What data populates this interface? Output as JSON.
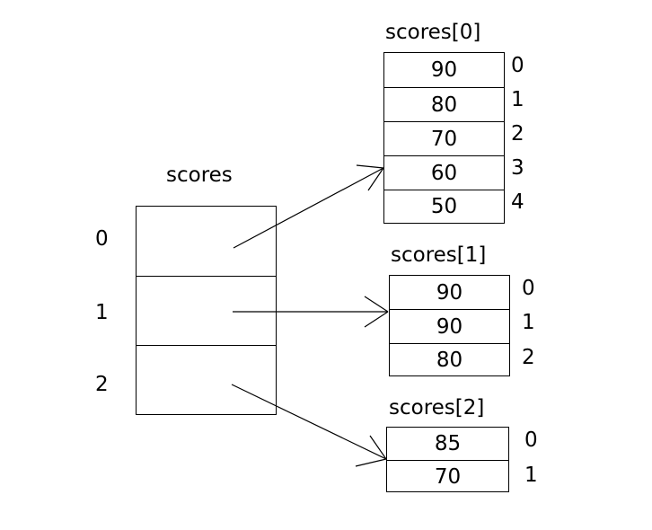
{
  "diagram": {
    "background_color": "#ffffff",
    "line_color": "#000000",
    "text_color": "#000000",
    "outer_array": {
      "title": "scores",
      "cells": [
        {
          "index_label": "0",
          "value": ""
        },
        {
          "index_label": "1",
          "value": ""
        },
        {
          "index_label": "2",
          "value": ""
        }
      ]
    },
    "inner_arrays": [
      {
        "title": "scores[0]",
        "cells": [
          {
            "index_label": "0",
            "value": "90"
          },
          {
            "index_label": "1",
            "value": "80"
          },
          {
            "index_label": "2",
            "value": "70"
          },
          {
            "index_label": "3",
            "value": "60"
          },
          {
            "index_label": "4",
            "value": "50"
          }
        ]
      },
      {
        "title": "scores[1]",
        "cells": [
          {
            "index_label": "0",
            "value": "90"
          },
          {
            "index_label": "1",
            "value": "90"
          },
          {
            "index_label": "2",
            "value": "80"
          }
        ]
      },
      {
        "title": "scores[2]",
        "cells": [
          {
            "index_label": "0",
            "value": "85"
          },
          {
            "index_label": "1",
            "value": "70"
          }
        ]
      }
    ]
  }
}
